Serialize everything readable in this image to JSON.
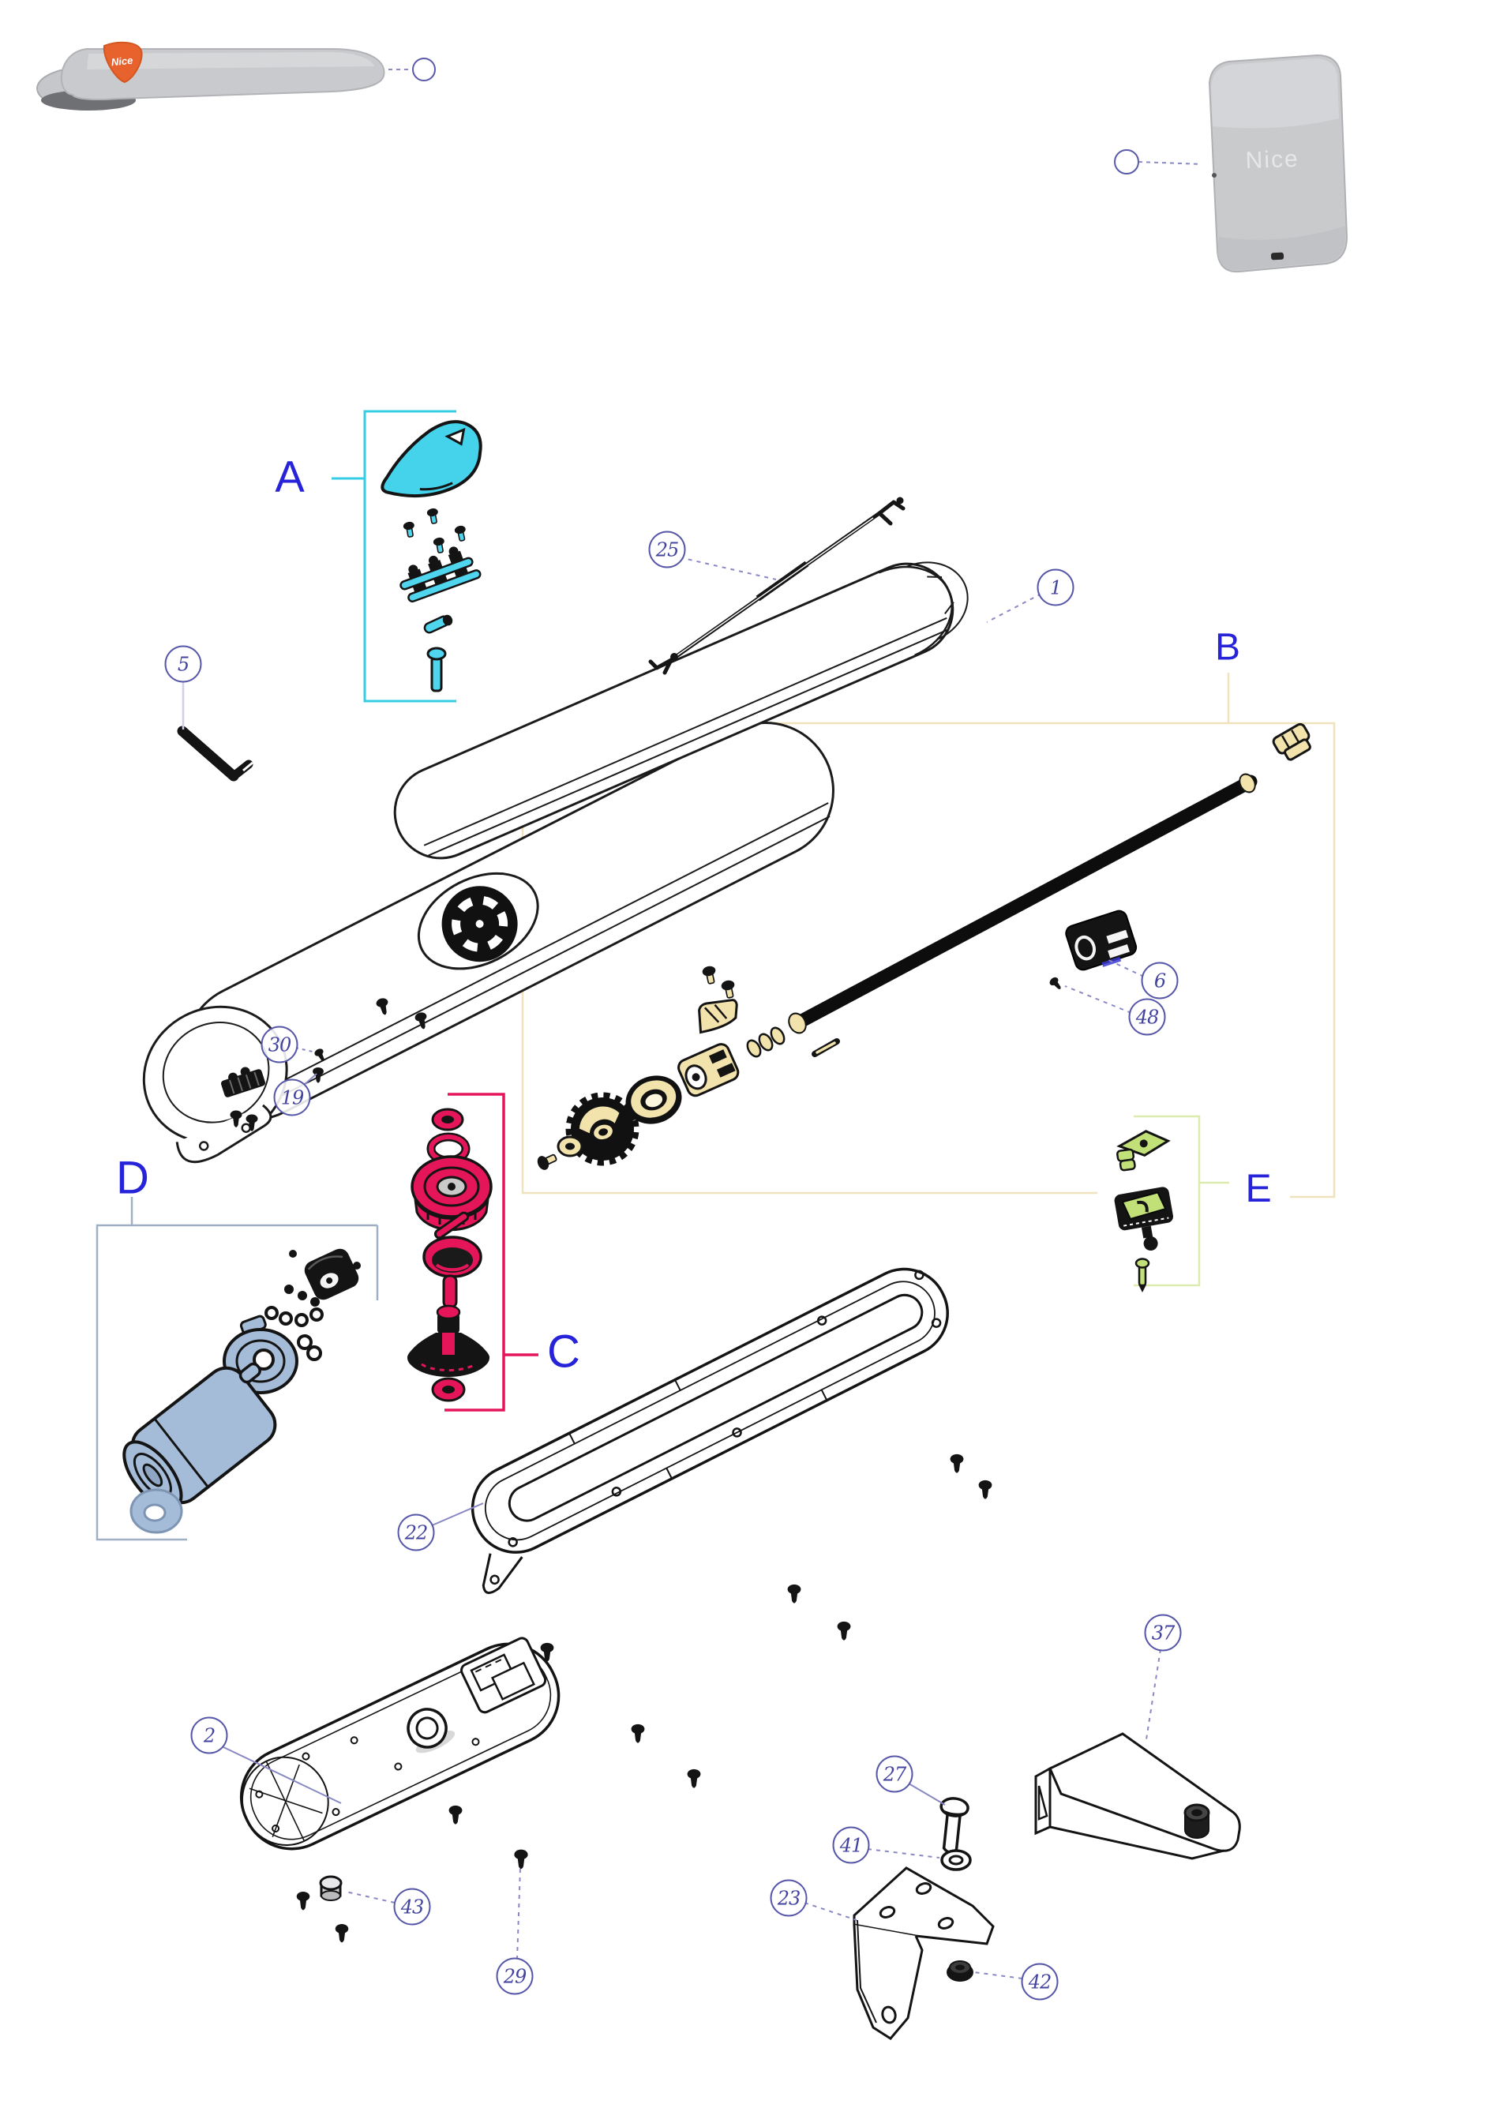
{
  "branding": {
    "device_badge": "Nice",
    "cover_logo": "Nice"
  },
  "groups": [
    {
      "label": "A",
      "color": "#35cde6"
    },
    {
      "label": "B",
      "color": "#f0e2bc"
    },
    {
      "label": "C",
      "color": "#e5155a"
    },
    {
      "label": "D",
      "color": "#a4bcd8"
    },
    {
      "label": "E",
      "color": "#c2e078"
    }
  ],
  "callouts": [
    {
      "label": "1"
    },
    {
      "label": "2"
    },
    {
      "label": "5"
    },
    {
      "label": "6"
    },
    {
      "label": "19"
    },
    {
      "label": "22"
    },
    {
      "label": "23"
    },
    {
      "label": "25"
    },
    {
      "label": "27"
    },
    {
      "label": "29"
    },
    {
      "label": "30"
    },
    {
      "label": "37"
    },
    {
      "label": "41"
    },
    {
      "label": "42"
    },
    {
      "label": "43"
    },
    {
      "label": "48"
    }
  ]
}
